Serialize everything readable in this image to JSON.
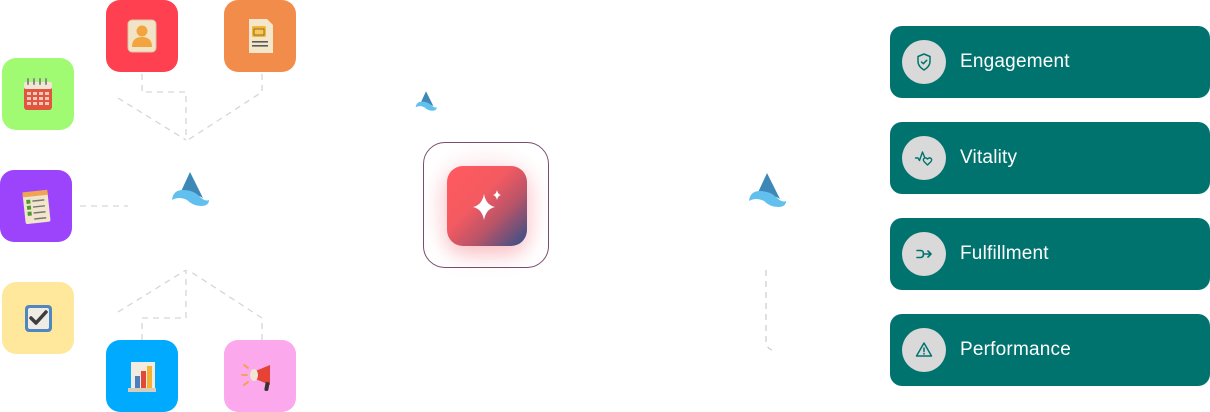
{
  "diagram": {
    "title": "",
    "sources": [
      {
        "id": "contacts",
        "icon": "user-card-icon",
        "color": "#ff4050"
      },
      {
        "id": "documents",
        "icon": "document-folder-icon",
        "color": "#f28c4b"
      },
      {
        "id": "calendar",
        "icon": "calendar-icon",
        "color": "#a0fb72"
      },
      {
        "id": "checklist",
        "icon": "notepad-checklist-icon",
        "color": "#9b44fb"
      },
      {
        "id": "tasks",
        "icon": "checkbox-icon",
        "color": "#ffe89c"
      },
      {
        "id": "analytics",
        "icon": "bar-chart-icon",
        "color": "#00aaff"
      },
      {
        "id": "marketing",
        "icon": "megaphone-icon",
        "color": "#fba8ec"
      }
    ],
    "hub": {
      "icon": "brand-logo-icon",
      "color_dark": "#3e88b8",
      "color_light": "#62c0ef"
    },
    "core": {
      "icon": "ai-sparkle-icon",
      "gradient": [
        "#ff5a5f",
        "#2e4f8a"
      ],
      "frame_color": "#7a4d6e"
    },
    "outputs": [
      {
        "label": "Engagement",
        "icon": "shield-check-icon"
      },
      {
        "label": "Vitality",
        "icon": "heart-pulse-icon"
      },
      {
        "label": "Fulfillment",
        "icon": "merge-arrow-icon"
      },
      {
        "label": "Performance",
        "icon": "warning-triangle-icon"
      }
    ],
    "output_color": "#00736e"
  }
}
